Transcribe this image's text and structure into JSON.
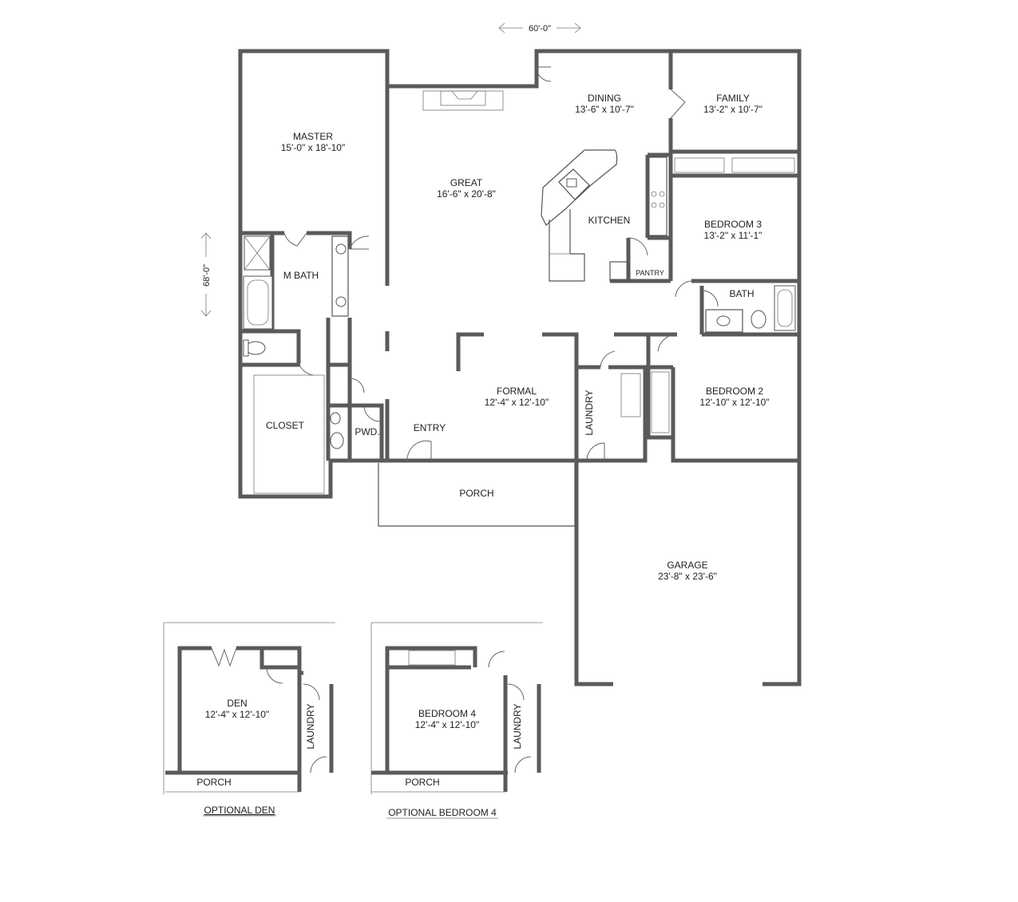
{
  "dimensions": {
    "width": "60'-0\"",
    "depth": "68'-0\""
  },
  "rooms": {
    "master": {
      "name": "MASTER",
      "size": "15'-0\" x 18'-10\""
    },
    "great": {
      "name": "GREAT",
      "size": "16'-6\" x 20'-8\""
    },
    "dining": {
      "name": "DINING",
      "size": "13'-6\" x 10'-7\""
    },
    "family": {
      "name": "FAMILY",
      "size": "13'-2\" x 10'-7\""
    },
    "kitchen": {
      "name": "KITCHEN"
    },
    "pantry": {
      "name": "PANTRY"
    },
    "bedroom3": {
      "name": "BEDROOM 3",
      "size": "13'-2\" x 11'-1\""
    },
    "mbath": {
      "name": "M BATH"
    },
    "bath": {
      "name": "BATH"
    },
    "closet": {
      "name": "CLOSET"
    },
    "pwd": {
      "name": "PWD."
    },
    "entry": {
      "name": "ENTRY"
    },
    "formal": {
      "name": "FORMAL",
      "size": "12'-4\" x 12'-10\""
    },
    "laundry": {
      "name": "LAUNDRY"
    },
    "bedroom2": {
      "name": "BEDROOM 2",
      "size": "12'-10\" x 12'-10\""
    },
    "porch": {
      "name": "PORCH"
    },
    "garage": {
      "name": "GARAGE",
      "size": "23'-8\" x 23'-6\""
    }
  },
  "optional_den": {
    "caption": "OPTIONAL DEN",
    "room_name": "DEN",
    "room_size": "12'-4\" x 12'-10\"",
    "laundry": "LAUNDRY",
    "porch": "PORCH"
  },
  "optional_bedroom4": {
    "caption": "OPTIONAL BEDROOM 4",
    "room_name": "BEDROOM 4",
    "room_size": "12'-4\" x 12'-10\"",
    "laundry": "LAUNDRY",
    "porch": "PORCH"
  }
}
